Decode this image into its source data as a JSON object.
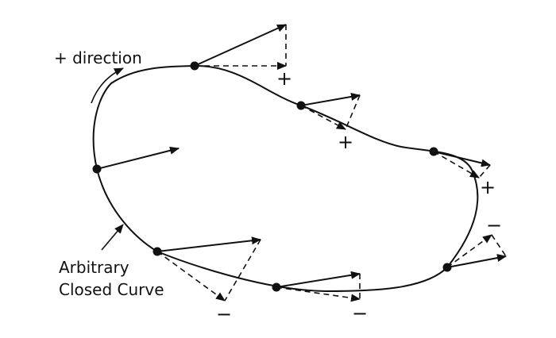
{
  "labels": {
    "direction": "+ direction",
    "curve_line1": "Arbitrary",
    "curve_line2": "Closed Curve"
  },
  "signs": {
    "plus_top": "+",
    "plus_mid": "+",
    "plus_right": "+",
    "minus_right": "−",
    "minus_bottom": "−",
    "minus_left": "−"
  },
  "colors": {
    "stroke": "#111111",
    "background": "#ffffff"
  }
}
